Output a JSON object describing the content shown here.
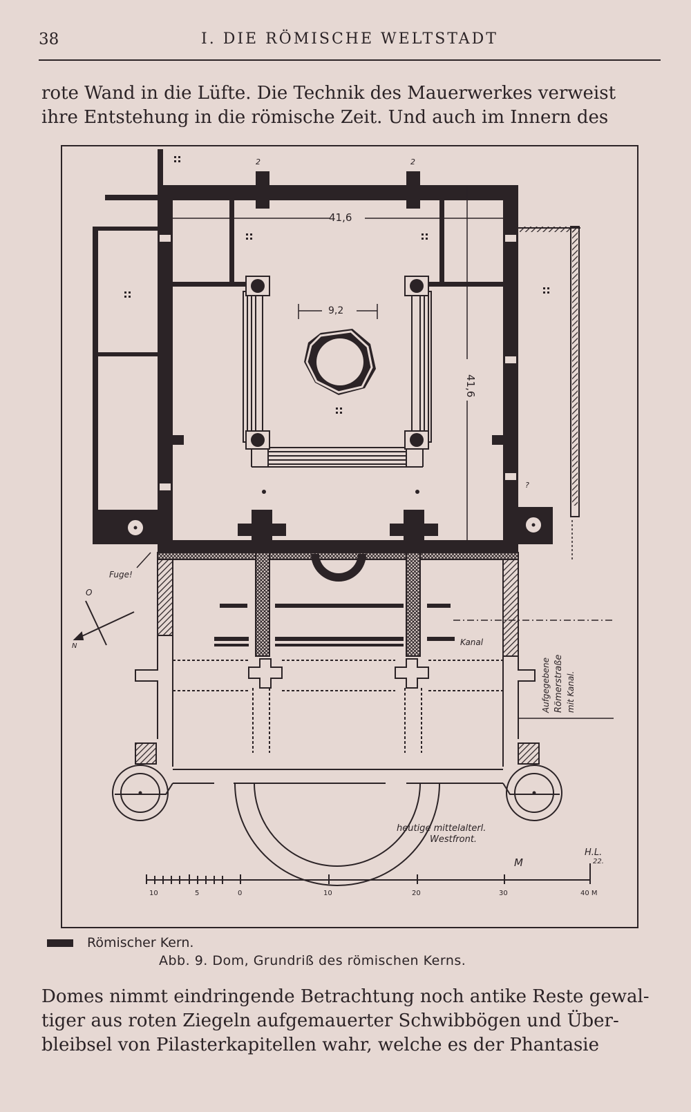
{
  "header": {
    "page_number": "38",
    "running_head": "I. DIE RÖMISCHE WELTSTADT"
  },
  "text_top": [
    "rote Wand in die Lüfte. Die Technik des Mauerwerkes verweist",
    "ihre Entstehung in die römische Zeit. Und auch im Innern des"
  ],
  "figure": {
    "dim_41_6_horizontal": "41,6",
    "dim_9_2": "9,2",
    "dim_41_6_vertical": "41,6",
    "label_fuge": "Fuge!",
    "label_kanal": "Kanal",
    "label_street_1": "Aufgegebene",
    "label_street_2": "Römerstraße",
    "label_street_3": "mit Kanal.",
    "label_westfront_1": "heutige mittelalterl.",
    "label_westfront_2": "Westfront.",
    "signature_1": "H.L.",
    "signature_2": "22.",
    "scale_unit": "M",
    "scale_labels": [
      "10",
      "5",
      "0",
      "10",
      "20",
      "30",
      "40 M"
    ],
    "compass_o": "O",
    "compass_n": "N",
    "mark_q": "?",
    "mark_2": "2"
  },
  "legend": {
    "label": "Römischer Kern."
  },
  "caption": "Abb. 9. Dom, Grundriß des römischen Kerns.",
  "text_bottom": [
    "Domes nimmt eindringende Betrachtung noch antike Reste gewal-",
    "tiger aus roten Ziegeln aufgemauerter Schwibbögen und Über-",
    "bleibsel von Pilasterkapitellen wahr, welche es der Phantasie"
  ],
  "colors": {
    "paper": "#e6d8d3",
    "ink": "#2b2326"
  }
}
